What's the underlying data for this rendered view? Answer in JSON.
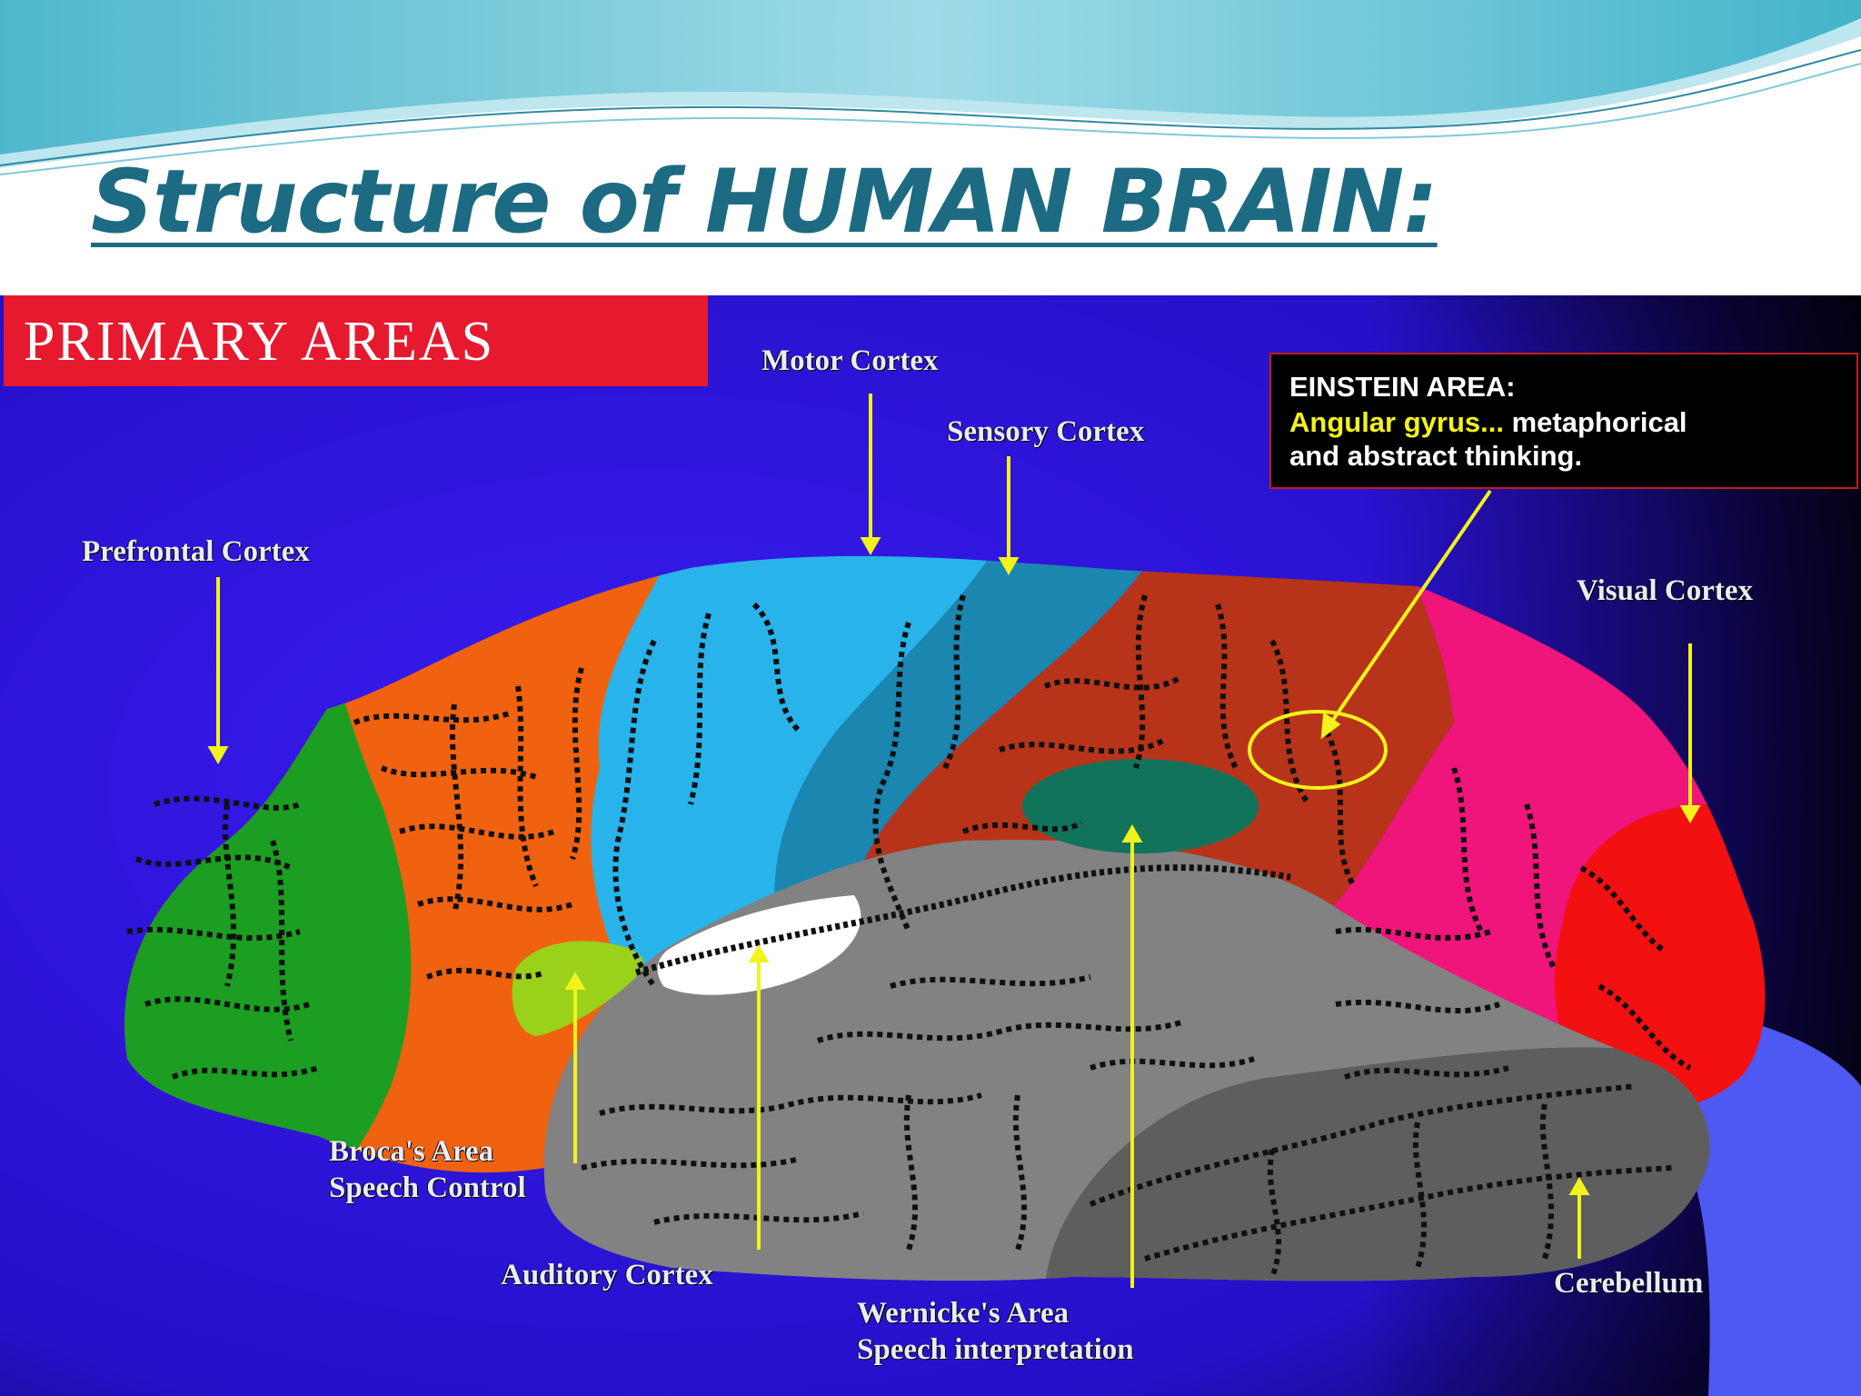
{
  "slide": {
    "title": "Structure of HUMAN BRAIN:"
  },
  "diagram": {
    "primary_label": "PRIMARY AREAS",
    "labels": {
      "motor_cortex": "Motor Cortex",
      "sensory_cortex": "Sensory Cortex",
      "prefrontal_cortex": "Prefrontal Cortex",
      "visual_cortex": "Visual Cortex",
      "brocas_area": [
        "Broca's Area",
        "Speech Control"
      ],
      "auditory_cortex": "Auditory Cortex",
      "wernickes_area": [
        "Wernicke's Area",
        "Speech interpretation"
      ],
      "cerebellum": "Cerebellum"
    },
    "einstein": {
      "heading": "EINSTEIN AREA:",
      "highlight": "Angular gyrus...",
      "rest_line1": " metaphorical",
      "line2": "and abstract thinking."
    },
    "colors": {
      "background": "#2a10e0",
      "prefrontal": "#1b9e22",
      "frontal": "#f0620f",
      "motor": "#28b4ea",
      "sensory": "#1b86b0",
      "parietal": "#b7341a",
      "occipital": "#f0157a",
      "visual": "#f21010",
      "temporal": "#828282",
      "cerebellum": "#5e5e5e",
      "brocas": "#9ad11a",
      "auditory": "#ffffff",
      "wernickes": "#11735a",
      "pointer": "#f2f21c",
      "title": "#1c6b82"
    }
  }
}
